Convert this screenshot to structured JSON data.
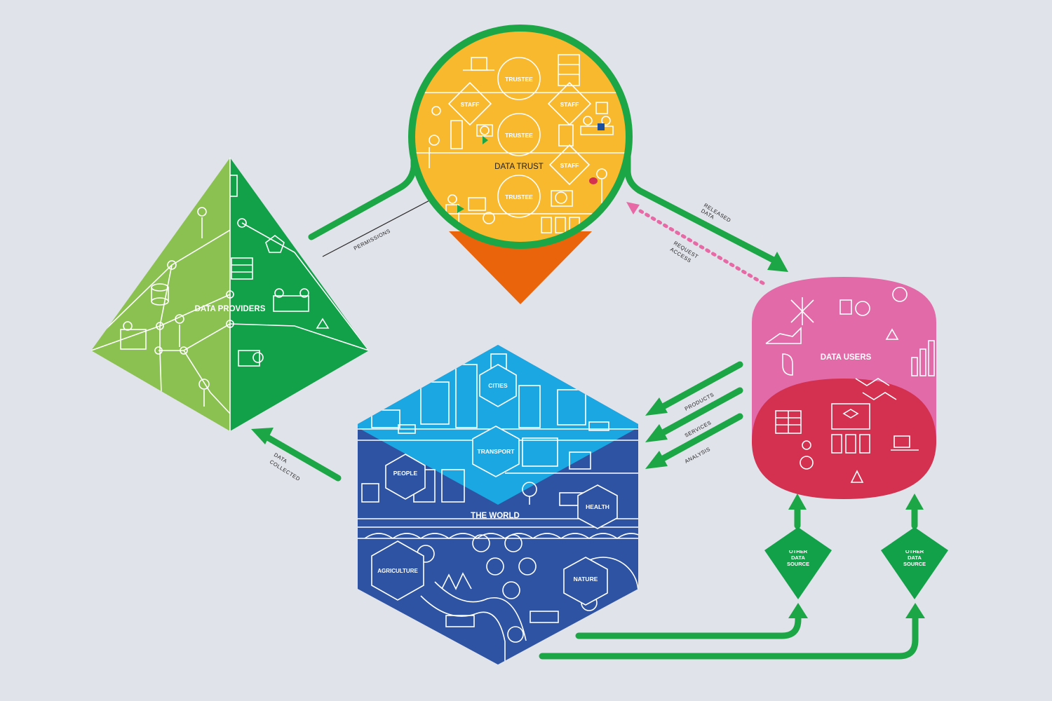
{
  "diagram": {
    "data_trust": {
      "title": "DATA TRUST",
      "trustee_label": "TRUSTEE",
      "staff_label": "STAFF"
    },
    "data_providers": {
      "title": "DATA PROVIDERS"
    },
    "data_users": {
      "title": "DATA USERS"
    },
    "the_world": {
      "title": "THE WORLD",
      "cities": "CITIES",
      "transport": "TRANSPORT",
      "people": "PEOPLE",
      "health": "HEALTH",
      "agriculture": "AGRICULTURE",
      "nature": "NATURE"
    },
    "other_source": {
      "line1": "OTHER",
      "line2": "DATA",
      "line3": "SOURCE"
    },
    "flows": {
      "permissions": "PERMISSIONS",
      "released_line1": "RELEASED",
      "released_line2": "DATA",
      "request_line1": "REQUEST",
      "request_line2": "ACCESS",
      "products": "PRODUCTS",
      "services": "SERVICES",
      "analysis": "ANALYSIS",
      "collected_line1": "DATA",
      "collected_line2": "COLLECTED"
    },
    "colors": {
      "background": "#e1e3ea",
      "trust_yellow": "#f9b92e",
      "trust_orange": "#ea640c",
      "flow_green": "#1da646",
      "providers_light": "#8ac150",
      "providers_dark": "#12a149",
      "users_pink": "#e36aa8",
      "users_red": "#d4304f",
      "world_blue": "#2e53a3",
      "world_sky": "#1ba8e2",
      "request_dots": "#e76aa6"
    }
  }
}
